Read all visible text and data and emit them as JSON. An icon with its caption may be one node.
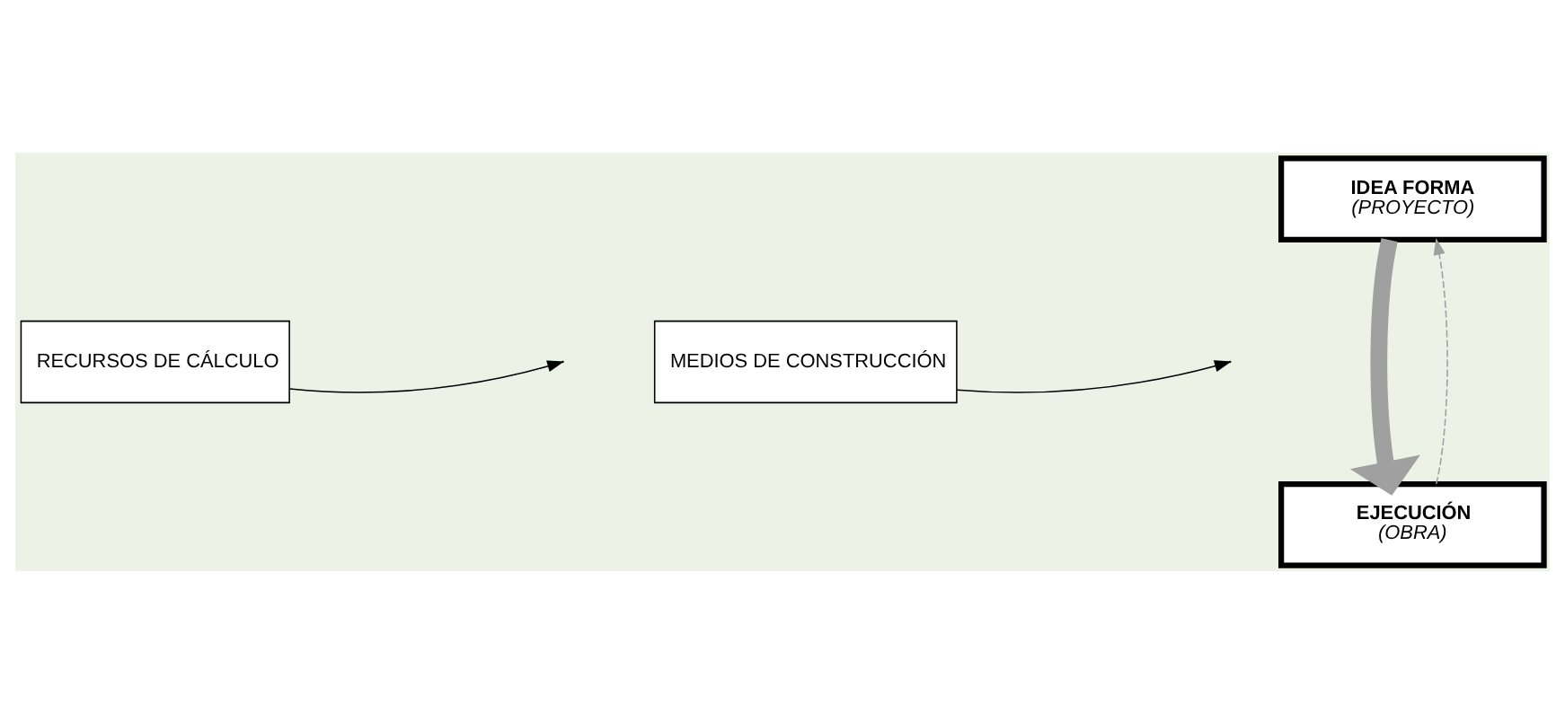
{
  "diagram": {
    "nodes": [
      {
        "text": [
          "IDEA FORMA",
          "(PROYECTO)"
        ]
      },
      {
        "text": [
          "RECURSOS DE CÁLCULO"
        ]
      },
      {
        "text": [
          "MEDIOS DE CONSTRUCCIÓN"
        ]
      },
      {
        "text": [
          "EJECUCIÓN",
          "(OBRA)"
        ]
      }
    ],
    "edges": [
      {
        "from": 0,
        "to": 3,
        "arrow": "to",
        "style": "thick",
        "color": "#a0a0a0"
      },
      {
        "from": 1,
        "to": null,
        "arrow": "to",
        "color": "#000000"
      },
      {
        "from": 2,
        "to": null,
        "arrow": "to",
        "color": "#000000"
      },
      {
        "from": 3,
        "to": 0,
        "arrow": "to",
        "style": "dashed",
        "color": "#a0a0a0"
      }
    ]
  }
}
